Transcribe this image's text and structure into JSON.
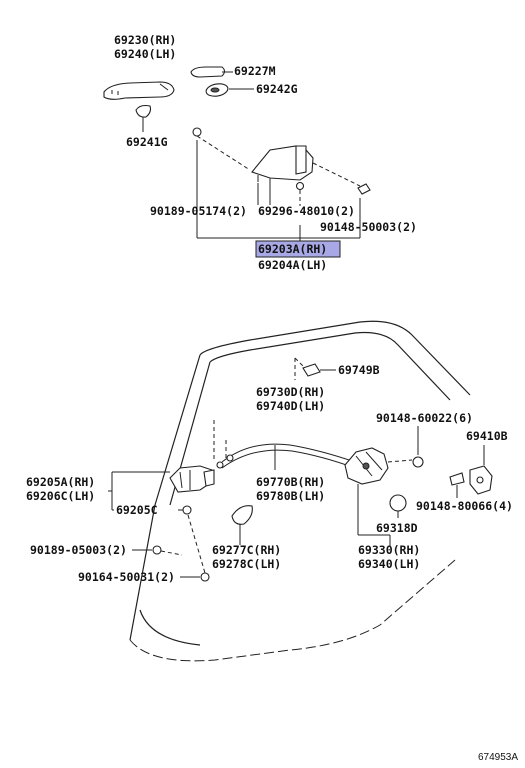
{
  "diagram": {
    "labels": {
      "handle_rh": "69230(RH)",
      "handle_lh": "69240(LH)",
      "p69227M": "69227M",
      "p69242G": "69242G",
      "p69241G": "69241G",
      "p90189_05174": "90189-05174(2)",
      "p69296_48010": "69296-48010(2)",
      "p90148_50003": "90148-50003(2)",
      "frame_rh": "69203A(RH)",
      "frame_lh": "69204A(LH)",
      "p69749B": "69749B",
      "cable_rh": "69730D(RH)",
      "cable_lh": "69740D(LH)",
      "p90148_60022": "90148-60022(6)",
      "p69410B": "69410B",
      "inner_rh": "69205A(RH)",
      "inner_lh": "69206C(LH)",
      "p69205C": "69205C",
      "rod_rh": "69770B(RH)",
      "rod_lh": "69780B(LH)",
      "p90148_80066": "90148-80066(4)",
      "p69318D": "69318D",
      "p90189_05003": "90189-05003(2)",
      "bezel_rh": "69277C(RH)",
      "bezel_lh": "69278C(LH)",
      "lock_rh": "69330(RH)",
      "lock_lh": "69340(LH)",
      "p90164_50031": "90164-50031(2)"
    },
    "highlight_color": "#a8a8e6",
    "diagram_id": "674953A"
  }
}
